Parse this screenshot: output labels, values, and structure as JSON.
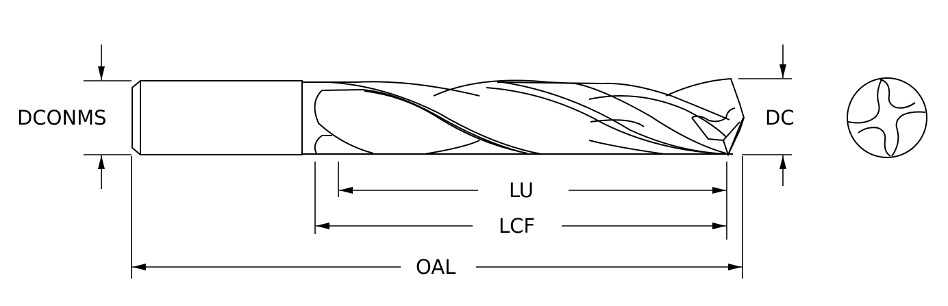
{
  "labels": {
    "shank_diameter": "DCONMS",
    "cutting_diameter": "DC",
    "usable_length": "LU",
    "cutting_flute_length": "LCF",
    "overall_length": "OAL"
  },
  "colors": {
    "line": "#000000",
    "background": "#ffffff"
  }
}
